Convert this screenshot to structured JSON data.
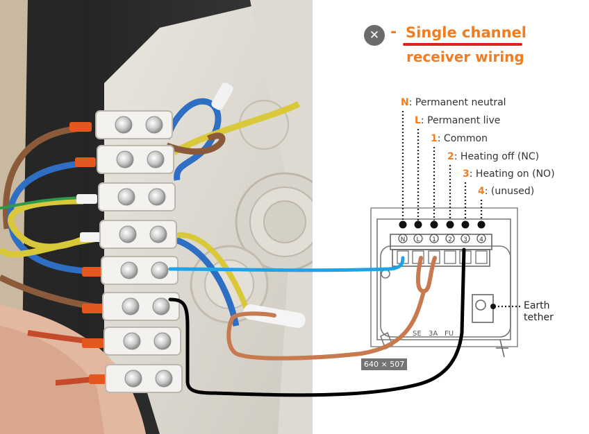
{
  "header": {
    "icon": "close-icon",
    "dash": "-",
    "title": "Single channel",
    "subtitle": "receiver wiring",
    "accent_color": "#ef7d22",
    "underline_color": "#e02020"
  },
  "terminals": [
    {
      "code": "N",
      "text": ": Permanent neutral"
    },
    {
      "code": "L",
      "text": ": Permanent live"
    },
    {
      "code": "1",
      "text": ": Common"
    },
    {
      "code": "2",
      "text": ": Heating off (NC)"
    },
    {
      "code": "3",
      "text": ": Heating on (NO)"
    },
    {
      "code": "4",
      "text": ": (unused)"
    }
  ],
  "board_marks": [
    "N",
    "L",
    "1",
    "2",
    "3",
    "4"
  ],
  "board_text": {
    "left": "SE",
    "mid": "3A",
    "right": "FU"
  },
  "earth": {
    "line1": "Earth",
    "line2": "tether"
  },
  "image_size_badge": "640 × 507",
  "wire_colors": {
    "blue": "#1fa3e6",
    "brown": "#c77a50",
    "black": "#000000"
  }
}
